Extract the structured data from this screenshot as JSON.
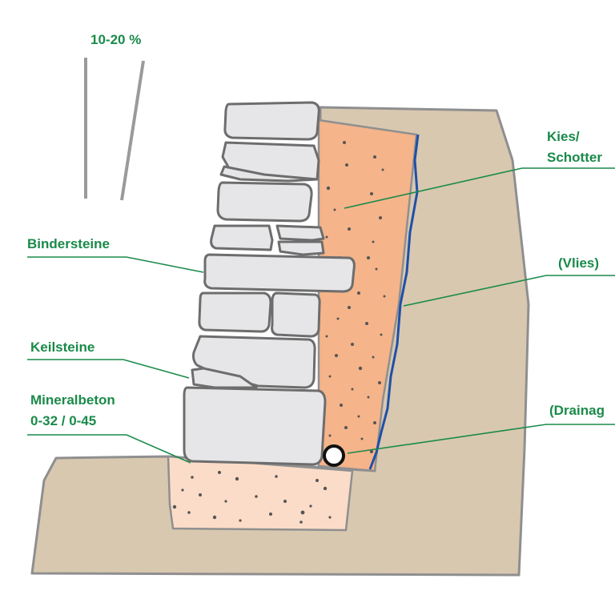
{
  "colors": {
    "label_green": "#1a8a4a",
    "leader_green": "#1a8a4a",
    "soil": "#d8c8b0",
    "soil_outline": "#8f8f8f",
    "gravel": "#f5b48a",
    "concrete": "#fbdcc8",
    "stone_fill": "#e6e6e8",
    "stone_outline": "#6d6d6d",
    "fleece": "#1f4fa8",
    "dots": "#555555",
    "batter_lines": "#9a9a9a"
  },
  "labels": {
    "batter": "10-20 %",
    "gravel_line1": "Kies/",
    "gravel_line2": "Schotter",
    "binders": "Bindersteine",
    "fleece": "(Vlies)",
    "wedges": "Keilsteine",
    "base_line1": "Mineralbeton",
    "base_line2": "0-32 / 0-45",
    "drainage": "(Drainag"
  }
}
